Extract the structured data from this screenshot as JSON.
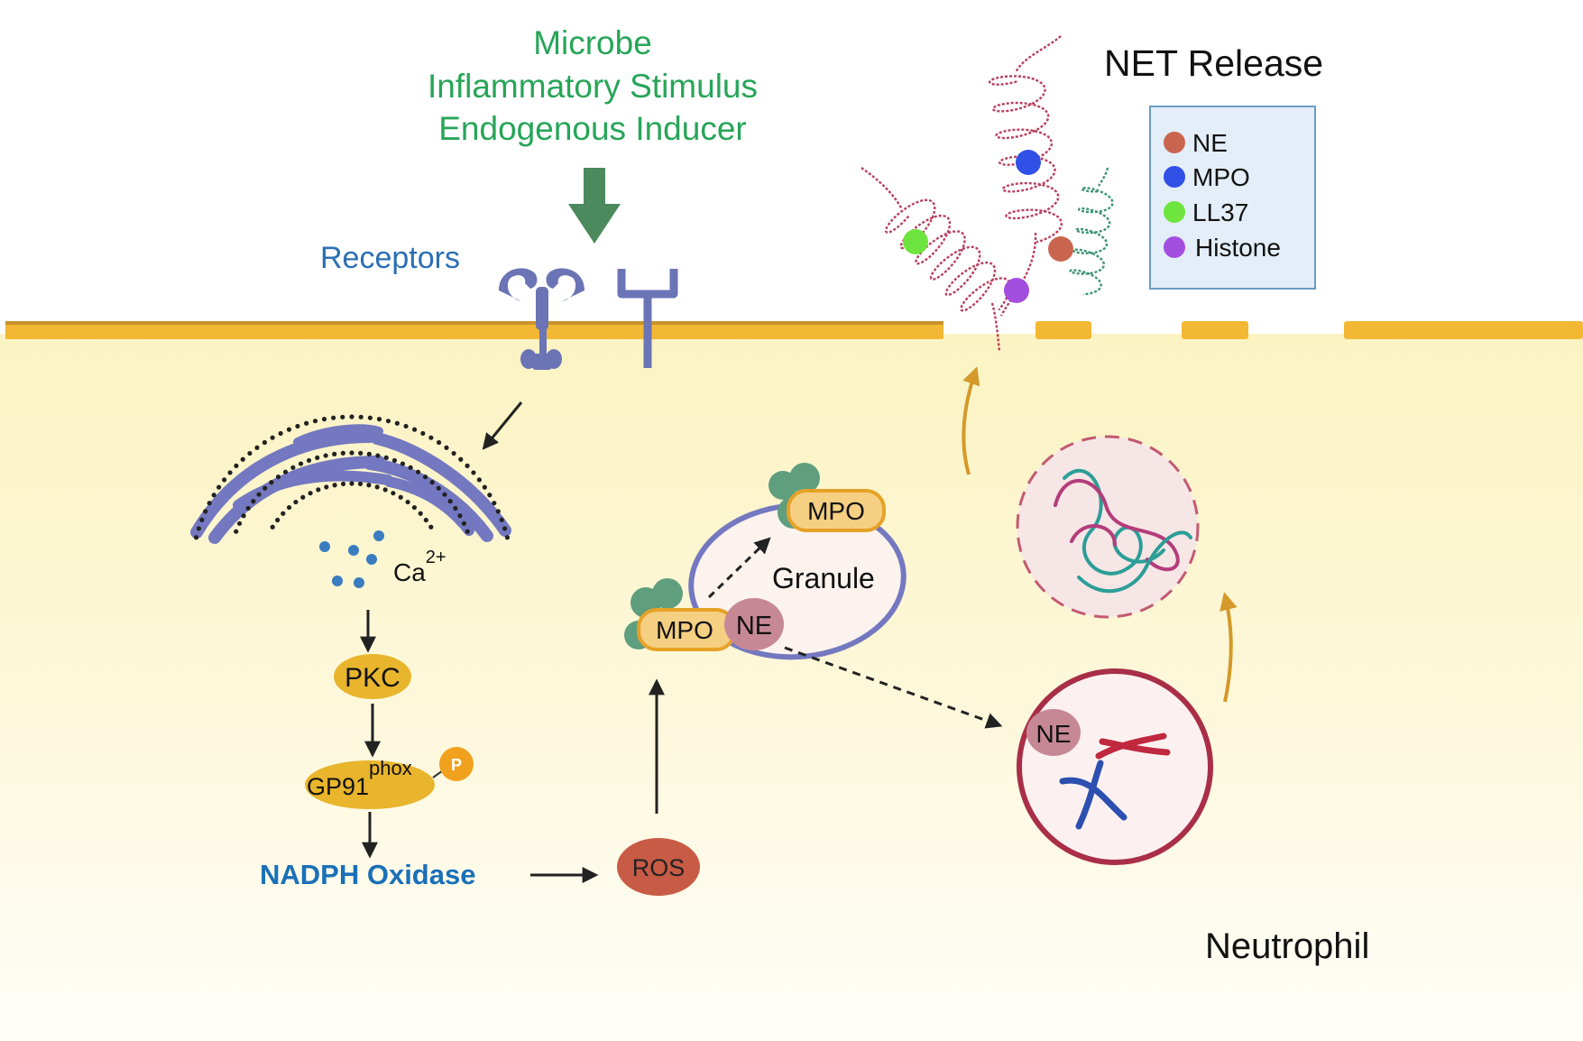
{
  "stimulus": {
    "lines": [
      "Microbe",
      "Inflammatory  Stimulus",
      "Endogenous  Inducer"
    ],
    "color": "#27a558"
  },
  "receptors_label": "Receptors",
  "net_release": {
    "title": "NET Release",
    "legend": [
      {
        "label": "NE",
        "color": "#c9654f"
      },
      {
        "label": "MPO",
        "color": "#3050e6"
      },
      {
        "label": "LL37",
        "color": "#6ee53e"
      },
      {
        "label": "Histone",
        "color": "#a24fe0"
      }
    ]
  },
  "calcium": {
    "base": "Ca",
    "superscript": "2+"
  },
  "pathway": {
    "pkc": "PKC",
    "gp91": "GP91",
    "gp91_sup": "phox",
    "phospho": "P",
    "nadph": "NADPH Oxidase",
    "ros": "ROS"
  },
  "granule": {
    "label": "Granule",
    "mpo_top": "MPO",
    "mpo_left": "MPO",
    "ne": "NE"
  },
  "nucleus": {
    "ne": "NE"
  },
  "cell_label": "Neutrophil",
  "colors": {
    "membrane": "#f2b833",
    "cytoplasm_top": "#fbf4c6",
    "cytoplasm_bottom": "#fffef8",
    "receptor": "#6b74b4",
    "er": "#7478c0",
    "blue_text": "#2b6fb4",
    "nadph_text": "#1a70b8",
    "ros": "#c85b45",
    "pkc": "#e8b52c",
    "ne_badge": "#c78896",
    "dna_red": "#b7405e",
    "dna_green": "#3e9472"
  }
}
